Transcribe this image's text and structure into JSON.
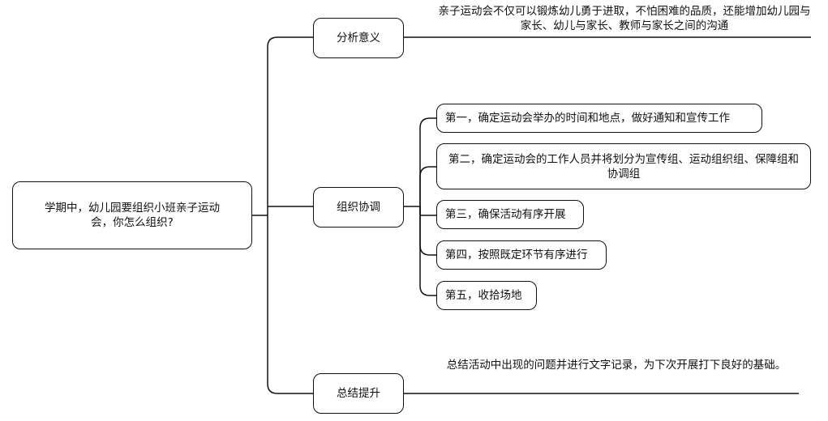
{
  "root": {
    "text": "学期中，幼儿园要组织小班亲子运动会，你怎么组织?"
  },
  "branches": [
    {
      "label": "分析意义",
      "note": "亲子运动会不仅可以锻炼幼儿勇于进取，不怕困难的品质，还能增加幼儿园与家长、幼儿与家长、教师与家长之间的沟通"
    },
    {
      "label": "组织协调",
      "items": [
        "第一，确定运动会举办的时间和地点，做好通知和宣传工作",
        "第二，确定运动会的工作人员并将划分为宣传组、运动组织组、保障组和协调组",
        "第三，确保活动有序开展",
        "第四，按照既定环节有序进行",
        "第五，收拾场地"
      ]
    },
    {
      "label": "总结提升",
      "note": "总结活动中出现的问题并进行文字记录，为下次开展打下良好的基础。"
    }
  ]
}
